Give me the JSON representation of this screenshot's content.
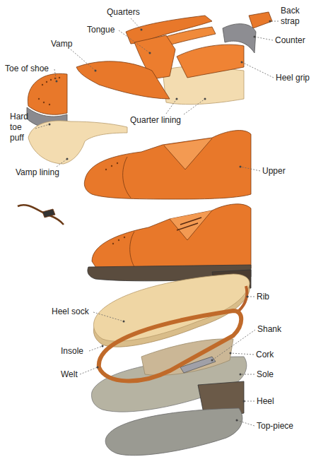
{
  "diagram": {
    "labels": [
      "Quarters",
      "Back strap",
      "Tongue",
      "Vamp",
      "Counter",
      "Toe of shoe",
      "Heel grip",
      "Hard toe puff",
      "Quarter lining",
      "Vamp lining",
      "Upper",
      "Rib",
      "Heel sock",
      "Shank",
      "Insole",
      "Cork",
      "Welt",
      "Sole",
      "Heel",
      "Top-piece"
    ]
  }
}
